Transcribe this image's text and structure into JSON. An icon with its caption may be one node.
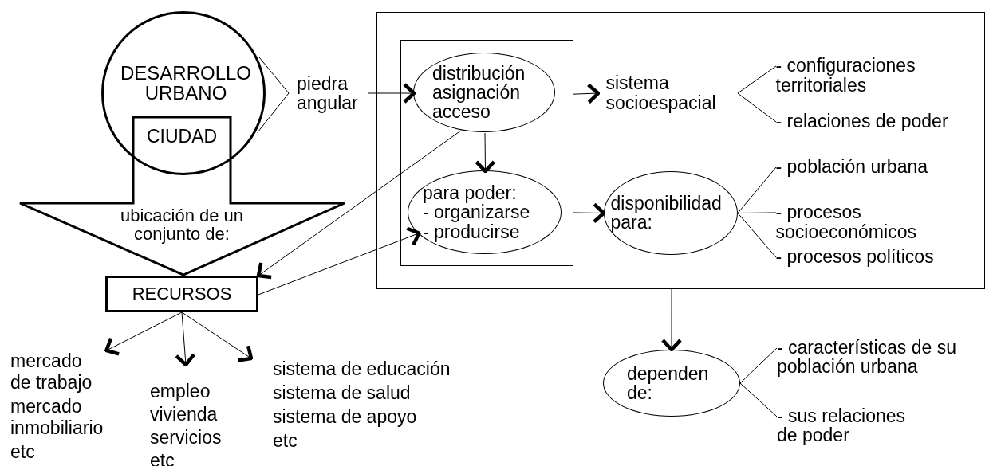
{
  "diagram": {
    "nodes": [
      {
        "text": [],
        "shape": "box"
      },
      {
        "text": [],
        "shape": "box",
        "in": 0
      },
      {
        "text": [
          "distribución asignación acceso"
        ],
        "in": 1
      },
      {
        "text": [
          "para poder:",
          "- organizarse",
          "- producirse"
        ],
        "in": 1
      },
      {
        "text": [
          "sistema socioespacial"
        ],
        "in": 0
      },
      {
        "text": [
          "- configuraciones territoriales"
        ],
        "in": 0
      },
      {
        "text": [
          "- relaciones de poder"
        ],
        "in": 0
      },
      {
        "text": [
          "disponibilidad para:"
        ],
        "in": 0
      },
      {
        "text": [
          "- población urbana"
        ],
        "in": 0
      },
      {
        "text": [
          "- procesos socioeconómicos"
        ],
        "in": 0
      },
      {
        "text": [
          "- procesos políticos"
        ],
        "in": 0
      },
      {
        "text": [
          "DESARROLLO URBANO"
        ]
      },
      {
        "text": [
          "ubicación de un conjunto de:"
        ]
      },
      {
        "text": [
          "piedra angular"
        ]
      },
      {
        "text": [
          "RECURSOS"
        ]
      },
      {
        "text": [
          "mercado de trabajo",
          "mercado inmobiliario",
          "etc"
        ]
      },
      {
        "text": [
          "empleo",
          "vivienda",
          "servicios",
          "etc"
        ]
      },
      {
        "text": [
          "sistema de educación",
          "sistema de salud",
          "sistema de apoyo",
          "etc"
        ]
      },
      {
        "text": [
          "dependen de:"
        ]
      },
      {
        "text": [
          "- características de su población urbana"
        ]
      },
      {
        "text": [
          "- sus relaciones de poder"
        ]
      },
      {
        "text": [
          "CIUDAD"
        ]
      }
    ],
    "edges": [
      {
        "from": 11,
        "to": 13,
        "arrow": "none"
      },
      {
        "from": 13,
        "to": 2,
        "arrow": "to"
      },
      {
        "from": 2,
        "to": 3,
        "arrow": "to"
      },
      {
        "from": 2,
        "to": 14,
        "arrow": "to"
      },
      {
        "from": 14,
        "to": 3,
        "arrow": "to"
      },
      {
        "from": 1,
        "to": 4,
        "arrow": "to"
      },
      {
        "from": 1,
        "to": 7,
        "arrow": "to"
      },
      {
        "from": 4,
        "to": 5,
        "arrow": "none"
      },
      {
        "from": 4,
        "to": 6,
        "arrow": "none"
      },
      {
        "from": 7,
        "to": 8,
        "arrow": "none"
      },
      {
        "from": 7,
        "to": 9,
        "arrow": "none"
      },
      {
        "from": 7,
        "to": 10,
        "arrow": "none"
      },
      {
        "from": 14,
        "to": 15,
        "arrow": "to"
      },
      {
        "from": 14,
        "to": 16,
        "arrow": "to"
      },
      {
        "from": 14,
        "to": 17,
        "arrow": "to"
      },
      {
        "from": 0,
        "to": 18,
        "arrow": "to"
      },
      {
        "from": 18,
        "to": 19,
        "arrow": "none"
      },
      {
        "from": 18,
        "to": 20,
        "arrow": "none"
      }
    ]
  }
}
